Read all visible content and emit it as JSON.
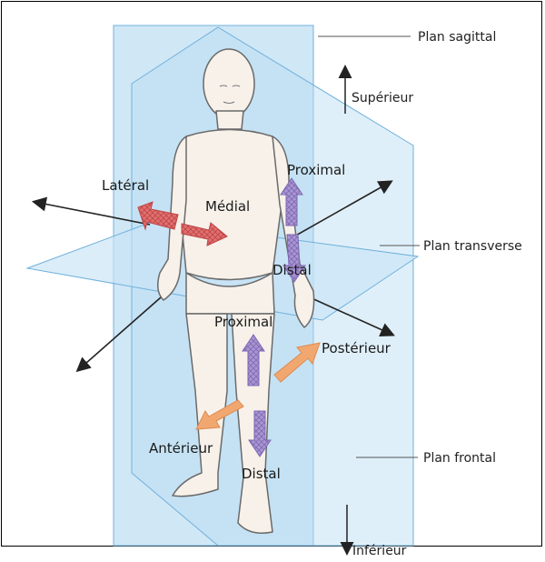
{
  "labels": {
    "plan_sagittal": "Plan sagittal",
    "superieur": "Supérieur",
    "plan_transverse": "Plan transverse",
    "plan_frontal": "Plan frontal",
    "inferieur": "Inférieur",
    "lateral": "Latéral",
    "medial": "Médial",
    "proximal_arm": "Proximal",
    "distal_arm": "Distal",
    "proximal_leg": "Proximal",
    "distal_leg": "Distal",
    "posterieur": "Postérieur",
    "anterieur": "Antérieur"
  },
  "colors": {
    "plane_fill": "#a9d3ee",
    "plane_edge": "#6fb0dc",
    "lateral_medial_arrow": "#d9534f",
    "proximal_distal_arrow": "#9b86c7",
    "anterior_posterior_arrow": "#f0a870"
  }
}
